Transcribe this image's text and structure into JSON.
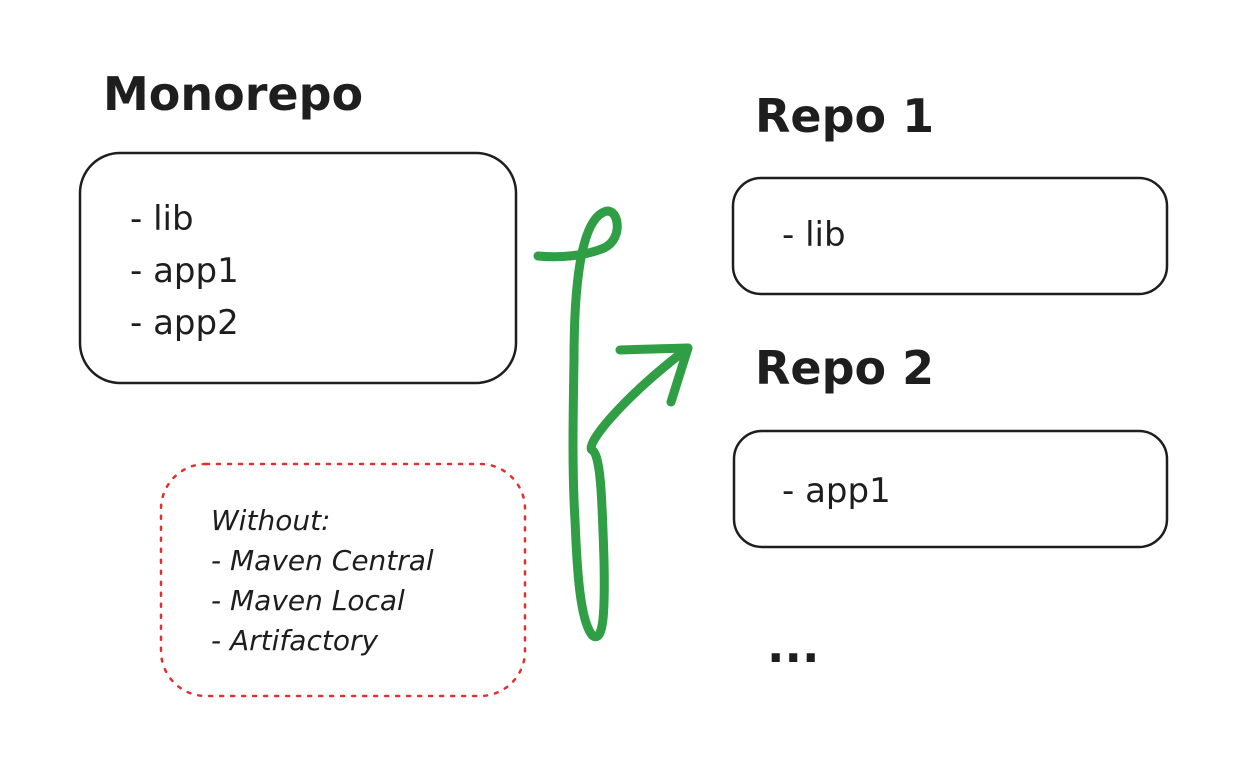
{
  "monorepo": {
    "title": "Monorepo",
    "items": [
      "- lib",
      "- app1",
      "- app2"
    ]
  },
  "repo1": {
    "title": "Repo 1",
    "items": [
      "- lib"
    ]
  },
  "repo2": {
    "title": "Repo 2",
    "items": [
      "- app1"
    ]
  },
  "more_repos": "...",
  "note": {
    "lines": [
      "Without:",
      "- Maven Central",
      "- Maven Local",
      "- Artifactory"
    ]
  },
  "colors": {
    "stroke": "#1e1e1e",
    "arrow": "#2f9e44",
    "note_border": "#e03131"
  },
  "icons": {
    "split_arrow": "curly-split-arrow-icon"
  }
}
